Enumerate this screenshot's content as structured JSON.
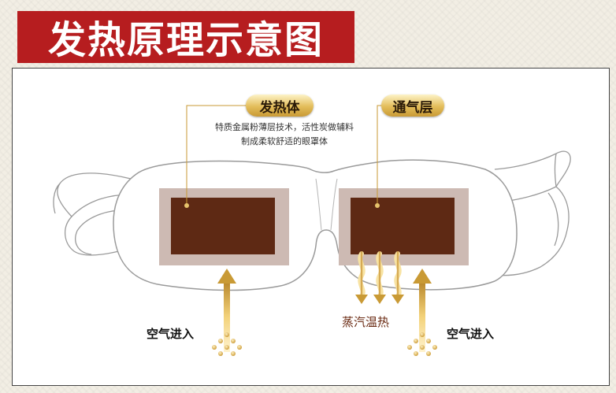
{
  "title": "发热原理示意图",
  "tags": {
    "heating": "发热体",
    "vent": "通气层"
  },
  "heating_description": {
    "line1": "特质金属粉薄层技术，活性炭做辅料",
    "line2": "制成柔软舒适的眼罩体"
  },
  "labels": {
    "air_in_left": "空气进入",
    "air_in_right": "空气进入",
    "steam": "蒸汽温热"
  },
  "colors": {
    "title_bg": "#b61d1f",
    "pad_outer": "#cdbab3",
    "pad_inner": "#5e2914",
    "gold": "#d6ad48"
  }
}
